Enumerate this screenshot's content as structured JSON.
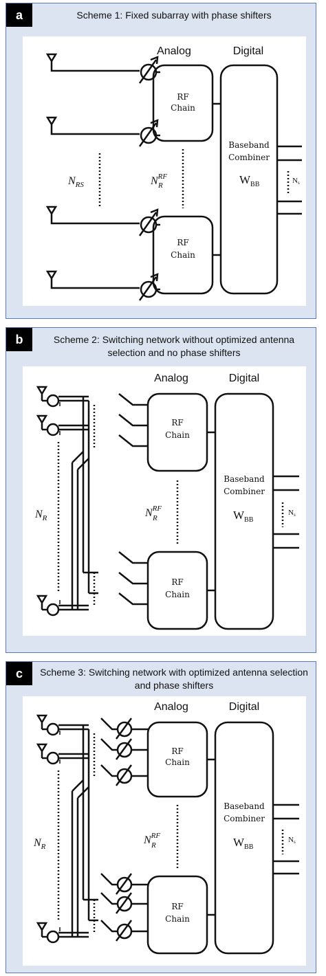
{
  "panels": [
    {
      "badge": "a",
      "title": "Scheme 1: Fixed subarray with phase shifters",
      "analog_label": "Analog",
      "digital_label": "Digital",
      "rf_chain_top": [
        "RF",
        "Chain"
      ],
      "rf_chain_bottom": [
        "RF",
        "Chain"
      ],
      "combiner_label": [
        "Baseband",
        "Combiner"
      ],
      "wbb_main": "W",
      "wbb_sub": "BB",
      "antenna_label_main": "N",
      "antenna_label_sub": "RS",
      "rf_count_main": "N",
      "rf_count_sup": "RF",
      "rf_count_sub": "R",
      "ns_main": "N",
      "ns_sub": "s"
    },
    {
      "badge": "b",
      "title": "Scheme 2: Switching network without optimized antenna selection and no phase shifters",
      "analog_label": "Analog",
      "digital_label": "Digital",
      "rf_chain_top": [
        "RF",
        "Chain"
      ],
      "rf_chain_bottom": [
        "RF",
        "Chain"
      ],
      "combiner_label": [
        "Baseband",
        "Combiner"
      ],
      "wbb_main": "W",
      "wbb_sub": "BB",
      "antenna_label_main": "N",
      "antenna_label_sub": "R",
      "rf_count_main": "N",
      "rf_count_sup": "RF",
      "rf_count_sub": "R",
      "ns_main": "N",
      "ns_sub": "s"
    },
    {
      "badge": "c",
      "title": "Scheme 3: Switching network with optimized antenna selection and phase shifters",
      "analog_label": "Analog",
      "digital_label": "Digital",
      "rf_chain_top": [
        "RF",
        "Chain"
      ],
      "rf_chain_bottom": [
        "RF",
        "Chain"
      ],
      "combiner_label": [
        "Baseband",
        "Combiner"
      ],
      "wbb_main": "W",
      "wbb_sub": "BB",
      "antenna_label_main": "N",
      "antenna_label_sub": "R",
      "rf_count_main": "N",
      "rf_count_sup": "RF",
      "rf_count_sub": "R",
      "ns_main": "N",
      "ns_sub": "s"
    }
  ],
  "colors": {
    "panel_bg": "#dbe4f0",
    "panel_border": "#5b7bb0",
    "badge_bg": "#000000",
    "line": "#111111"
  }
}
